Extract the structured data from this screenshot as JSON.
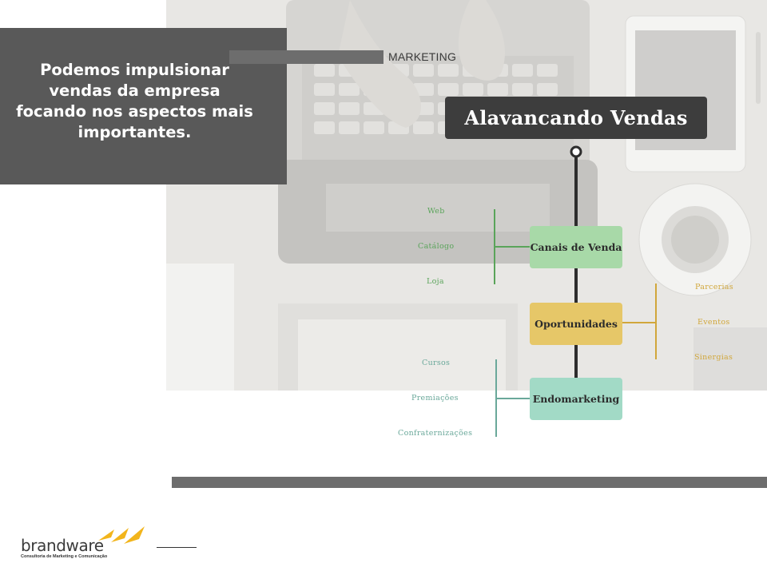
{
  "intro": {
    "text": "Podemos impulsionar vendas da empresa focando nos aspectos mais importantes."
  },
  "section": {
    "label": "MARKETING"
  },
  "mindmap": {
    "title": "Alavancando Vendas",
    "nodes": [
      {
        "label": "Canais de Venda",
        "color": "#a8d9a8",
        "leaves": [
          "Web",
          "Catálogo",
          "Loja"
        ],
        "leaf_color": "#5aa45a"
      },
      {
        "label": "Oportunidades",
        "color": "#e6c768",
        "leaves": [
          "Parcerias",
          "Eventos",
          "Sinergias"
        ],
        "leaf_color": "#d1a73b"
      },
      {
        "label": "Endomarketing",
        "color": "#a2dac6",
        "leaves": [
          "Cursos",
          "Premiações",
          "Confraternizações"
        ],
        "leaf_color": "#6aa89a"
      }
    ]
  },
  "brand": {
    "name": "brandware",
    "tagline": "Consultoria de Marketing e Comunicação",
    "accent": "#f2b51c"
  }
}
